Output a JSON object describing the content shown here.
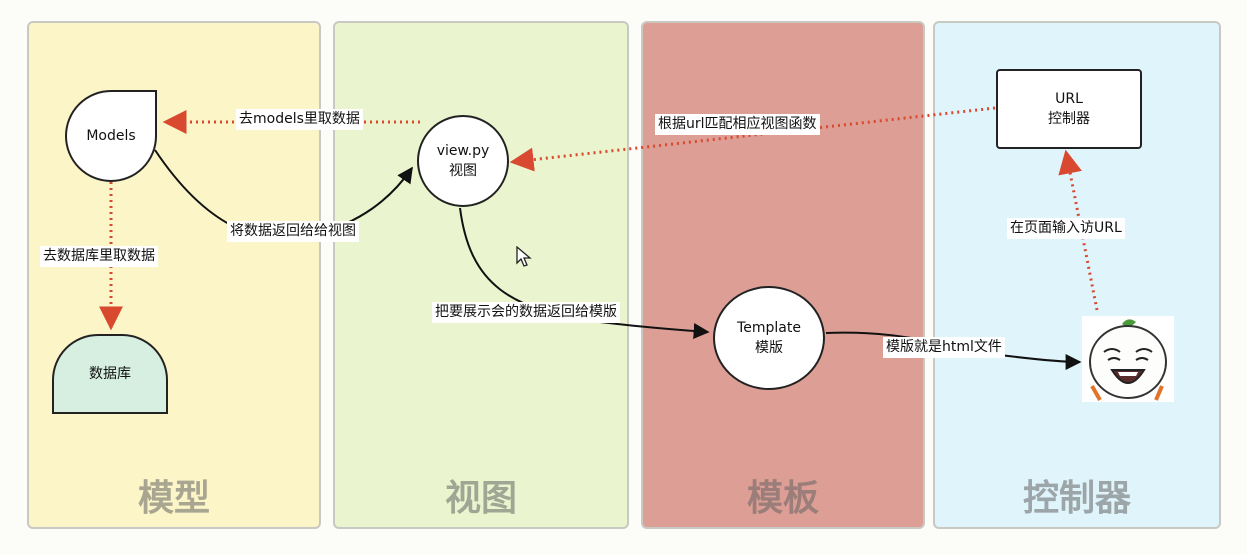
{
  "colors": {
    "model_bg": "#fbf5c8",
    "view_bg": "#eaf5cf",
    "template_bg": "#dd9e95",
    "controller_bg": "#dff4fb",
    "db_fill": "#d6efe0",
    "dotted_arrow": "#d9492f",
    "solid_arrow": "#111111"
  },
  "panels": {
    "model": "模型",
    "view": "视图",
    "template": "模板",
    "controller": "控制器"
  },
  "nodes": {
    "models": "Models",
    "database": "数据库",
    "view_line1": "view.py",
    "view_line2": "视图",
    "template_line1": "Template",
    "template_line2": "模版",
    "url_line1": "URL",
    "url_line2": "控制器",
    "emoji": "laughing-face-emoji"
  },
  "edges": {
    "view_to_models": "去models里取数据",
    "models_to_db": "去数据库里取数据",
    "models_to_view": "将数据返回给给视图",
    "url_to_view": "根据url匹配相应视图函数",
    "view_to_template": "把要展示会的数据返回给模版",
    "template_to_browser": "模版就是html文件",
    "browser_to_url": "在页面输入访URL"
  }
}
